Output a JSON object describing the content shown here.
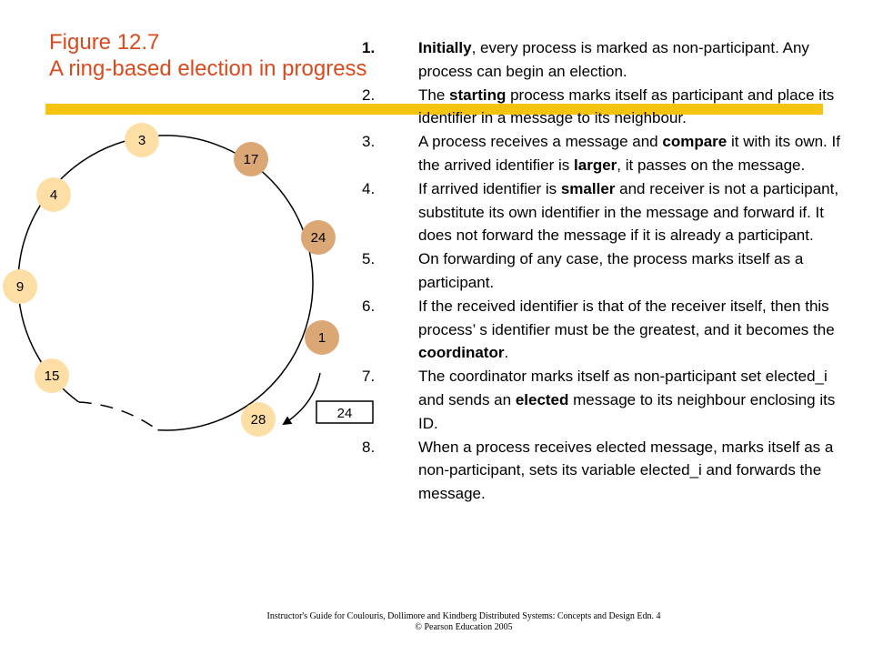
{
  "title": {
    "line1": "Figure 12.7",
    "line2": "A ring-based election in progress"
  },
  "diagram": {
    "colors": {
      "participant": "#dba774",
      "non_participant": "#fddfa6",
      "ring": "#000000"
    },
    "nodes": [
      {
        "id": "node-3",
        "label": "3",
        "state": "non-participant"
      },
      {
        "id": "node-17",
        "label": "17",
        "state": "participant"
      },
      {
        "id": "node-24",
        "label": "24",
        "state": "participant"
      },
      {
        "id": "node-1",
        "label": "1",
        "state": "participant"
      },
      {
        "id": "node-28",
        "label": "28",
        "state": "non-participant"
      },
      {
        "id": "node-15",
        "label": "15",
        "state": "non-participant"
      },
      {
        "id": "node-9",
        "label": "9",
        "state": "non-participant"
      },
      {
        "id": "node-4",
        "label": "4",
        "state": "non-participant"
      }
    ],
    "message": "24"
  },
  "steps": [
    {
      "num": "1.",
      "parts": [
        {
          "t": "Initially",
          "b": true
        },
        {
          "t": ", every process is marked as non-participant. Any process can begin an election."
        }
      ]
    },
    {
      "num": "2.",
      "parts": [
        {
          "t": "The "
        },
        {
          "t": "starting",
          "b": true
        },
        {
          "t": " process marks itself as participant and place its identifier in a message to its neighbour."
        }
      ]
    },
    {
      "num": "3.",
      "parts": [
        {
          "t": "A process receives a message and "
        },
        {
          "t": "compare",
          "b": true
        },
        {
          "t": " it with its own. If the arrived identifier is "
        },
        {
          "t": "larger",
          "b": true
        },
        {
          "t": ", it passes on the message."
        }
      ]
    },
    {
      "num": "4.",
      "parts": [
        {
          "t": "If arrived identifier is "
        },
        {
          "t": "smaller",
          "b": true
        },
        {
          "t": " and receiver is not a participant, substitute its own identifier in the message and forward if. It does not forward the message if it is already a participant."
        }
      ]
    },
    {
      "num": "5.",
      "parts": [
        {
          "t": "On forwarding of any case, the process marks itself as a participant."
        }
      ]
    },
    {
      "num": "6.",
      "parts": [
        {
          "t": "If the received identifier is that of the receiver itself, then this process’ s identifier must be the greatest, and it becomes the "
        },
        {
          "t": "coordinator",
          "b": true
        },
        {
          "t": "."
        }
      ]
    },
    {
      "num": "7.",
      "parts": [
        {
          "t": "The coordinator marks itself as non-participant set elected_i and sends an "
        },
        {
          "t": "elected",
          "b": true
        },
        {
          "t": " message to its neighbour enclosing its ID."
        }
      ]
    },
    {
      "num": "8.",
      "parts": [
        {
          "t": "When a process receives elected message, marks itself as a non-participant, sets its variable elected_i and forwards the message."
        }
      ]
    }
  ],
  "footer": {
    "line1": "Instructor's Guide for  Coulouris, Dollimore and Kindberg  Distributed Systems: Concepts and Design  Edn. 4",
    "line2": "© Pearson Education 2005"
  }
}
